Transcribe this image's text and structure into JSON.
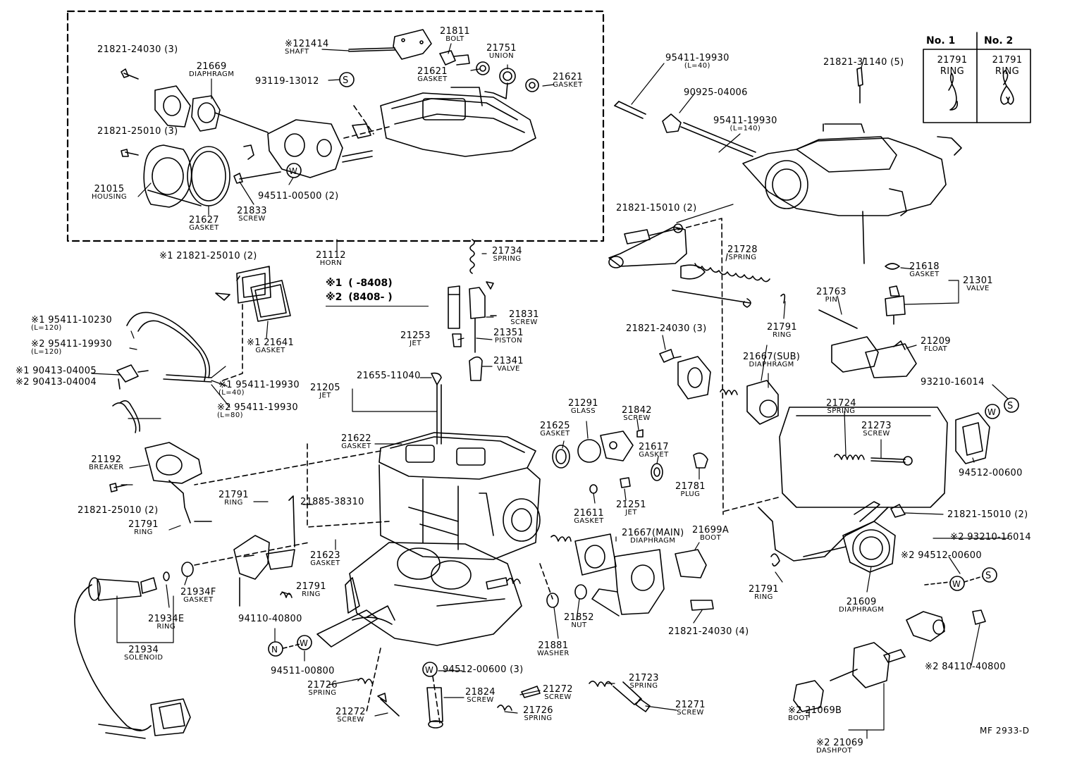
{
  "diagram": {
    "code": "MF  2933-D",
    "legend": [
      {
        "mark": "※1",
        "text": "(     -8408)"
      },
      {
        "mark": "※2",
        "text": "(8408-      )"
      }
    ],
    "ring_box": {
      "no1": {
        "title": "No. 1",
        "part": "21791",
        "name": "RING"
      },
      "no2": {
        "title": "No. 2",
        "part": "21791",
        "name": "RING"
      }
    },
    "labels": [
      {
        "id": "shaft",
        "part": "※121414",
        "name": "SHAFT"
      },
      {
        "id": "bolt",
        "part": "21811",
        "name": "BOLT"
      },
      {
        "id": "union",
        "part": "21751",
        "name": "UNION"
      },
      {
        "id": "gasket-21621-a",
        "part": "21621",
        "name": "GASKET"
      },
      {
        "id": "gasket-21621-b",
        "part": "21621",
        "name": "GASKET"
      },
      {
        "id": "screw-24030-3",
        "part": "21821-24030 (3)",
        "name": ""
      },
      {
        "id": "diaphragm-21669",
        "part": "21669",
        "name": "DIAPHRAGM"
      },
      {
        "id": "s-93119",
        "part": "93119-13012",
        "name": ""
      },
      {
        "id": "screw-25010-3",
        "part": "21821-25010 (3)",
        "name": ""
      },
      {
        "id": "housing",
        "part": "21015",
        "name": "HOUSING"
      },
      {
        "id": "gasket-21627",
        "part": "21627",
        "name": "GASKET"
      },
      {
        "id": "screw-21833",
        "part": "21833",
        "name": "SCREW"
      },
      {
        "id": "w-94511-00500",
        "part": "94511-00500 (2)",
        "name": ""
      },
      {
        "id": "horn",
        "part": "21112",
        "name": "HORN"
      },
      {
        "id": "hose-95411-19930-40a",
        "part": "95411-19930",
        "name": "(L=40)"
      },
      {
        "id": "v-90925",
        "part": "90925-04006",
        "name": ""
      },
      {
        "id": "hose-95411-19930-140",
        "part": "95411-19930",
        "name": "(L=140)"
      },
      {
        "id": "screw-31140",
        "part": "21821-31140 (5)",
        "name": ""
      },
      {
        "id": "screw-15010-2a",
        "part": "21821-15010 (2)",
        "name": ""
      },
      {
        "id": "spring-21728",
        "part": "21728",
        "name": "SPRING"
      },
      {
        "id": "spring-21734",
        "part": "21734",
        "name": "SPRING"
      },
      {
        "id": "screw-25010-2-top",
        "part": "※1 21821-25010 (2)",
        "name": ""
      },
      {
        "id": "hose-10230",
        "part": "※1  95411-10230",
        "name": "(L=120)"
      },
      {
        "id": "hose-19930-120",
        "part": "※2  95411-19930",
        "name": "(L=120)"
      },
      {
        "id": "gasket-21641",
        "part": "※1 21641",
        "name": "GASKET"
      },
      {
        "id": "tee-04005",
        "part": "※1  90413-04005",
        "name": ""
      },
      {
        "id": "tee-04004",
        "part": "※2  90413-04004",
        "name": ""
      },
      {
        "id": "hose-19930-40b",
        "part": "※1 95411-19930",
        "name": "(L=40)"
      },
      {
        "id": "hose-19930-80",
        "part": "※2 95411-19930",
        "name": "(L=80)"
      },
      {
        "id": "hose-19930-40c",
        "part": "95411-19930",
        "name": "(L=40)"
      },
      {
        "id": "screw-21831",
        "part": "21831",
        "name": "SCREW"
      },
      {
        "id": "jet-21253",
        "part": "21253",
        "name": "JET"
      },
      {
        "id": "piston-21351",
        "part": "21351",
        "name": "PISTON"
      },
      {
        "id": "valve-21341",
        "part": "21341",
        "name": "VALVE"
      },
      {
        "id": "jet-21205",
        "part": "21205",
        "name": "JET"
      },
      {
        "id": "p-21655",
        "part": "21655-11040",
        "name": ""
      },
      {
        "id": "gasket-21622",
        "part": "21622",
        "name": "GASKET"
      },
      {
        "id": "breaker-21192",
        "part": "21192",
        "name": "BREAKER"
      },
      {
        "id": "screw-25010-2-bot",
        "part": "21821-25010 (2)",
        "name": ""
      },
      {
        "id": "ring-21791-a",
        "part": "21791",
        "name": "RING"
      },
      {
        "id": "ring-21791-b",
        "part": "21791",
        "name": "RING"
      },
      {
        "id": "p-21885",
        "part": "21885-38310",
        "name": ""
      },
      {
        "id": "gasket-21623",
        "part": "21623",
        "name": "GASKET"
      },
      {
        "id": "gasket-21934f",
        "part": "21934F",
        "name": "GASKET"
      },
      {
        "id": "ring-21791-c",
        "part": "21791",
        "name": "RING"
      },
      {
        "id": "ring-21934e",
        "part": "21934E",
        "name": "RING"
      },
      {
        "id": "solenoid-21934",
        "part": "21934",
        "name": "SOLENOID"
      },
      {
        "id": "n-94110-40800",
        "part": "94110-40800",
        "name": ""
      },
      {
        "id": "w-94511-00800",
        "part": "94511-00800",
        "name": ""
      },
      {
        "id": "spring-21726-a",
        "part": "21726",
        "name": "SPRING"
      },
      {
        "id": "screw-21272-a",
        "part": "21272",
        "name": "SCREW"
      },
      {
        "id": "w-94512-00600-3",
        "part": "94512-00600 (3)",
        "name": ""
      },
      {
        "id": "screw-21824",
        "part": "21824",
        "name": "SCREW"
      },
      {
        "id": "screw-21272-b",
        "part": "21272",
        "name": "SCREW"
      },
      {
        "id": "spring-21726-b",
        "part": "21726",
        "name": "SPRING"
      },
      {
        "id": "glass-21291",
        "part": "21291",
        "name": "GLASS"
      },
      {
        "id": "screw-21842",
        "part": "21842",
        "name": "SCREW"
      },
      {
        "id": "gasket-21625",
        "part": "21625",
        "name": "GASKET"
      },
      {
        "id": "gasket-21617",
        "part": "21617",
        "name": "GASKET"
      },
      {
        "id": "plug-21781",
        "part": "21781",
        "name": "PLUG"
      },
      {
        "id": "gasket-21611",
        "part": "21611",
        "name": "GASKET"
      },
      {
        "id": "jet-21251",
        "part": "21251",
        "name": "JET"
      },
      {
        "id": "diaphragm-main",
        "part": "21667(MAIN)",
        "name": "DIAPHRAGM"
      },
      {
        "id": "boot-21699a",
        "part": "21699A",
        "name": "BOOT"
      },
      {
        "id": "nut-21852",
        "part": "21852",
        "name": "NUT"
      },
      {
        "id": "washer-21881",
        "part": "21881",
        "name": "WASHER"
      },
      {
        "id": "spring-21723",
        "part": "21723",
        "name": "SPRING"
      },
      {
        "id": "screw-21271",
        "part": "21271",
        "name": "SCREW"
      },
      {
        "id": "screw-24030-4",
        "part": "21821-24030 (4)",
        "name": ""
      },
      {
        "id": "screw-24030-3b",
        "part": "21821-24030 (3)",
        "name": ""
      },
      {
        "id": "ring-21791-d",
        "part": "21791",
        "name": "RING"
      },
      {
        "id": "diaphragm-sub",
        "part": "21667(SUB)",
        "name": "DIAPHRAGM"
      },
      {
        "id": "pin-21763",
        "part": "21763",
        "name": "PIN"
      },
      {
        "id": "gasket-21618",
        "part": "21618",
        "name": "GASKET"
      },
      {
        "id": "valve-21301",
        "part": "21301",
        "name": "VALVE"
      },
      {
        "id": "float-21209",
        "part": "21209",
        "name": "FLOAT"
      },
      {
        "id": "s-93210-16014",
        "part": "93210-16014",
        "name": ""
      },
      {
        "id": "spring-21724",
        "part": "21724",
        "name": "SPRING"
      },
      {
        "id": "screw-21273",
        "part": "21273",
        "name": "SCREW"
      },
      {
        "id": "w-94512-00600",
        "part": "94512-00600",
        "name": ""
      },
      {
        "id": "screw-15010-2b",
        "part": "21821-15010 (2)",
        "name": ""
      },
      {
        "id": "s-93210-16014-2",
        "part": "※2 93210-16014",
        "name": ""
      },
      {
        "id": "w-94512-00600-2",
        "part": "※2  94512-00600",
        "name": ""
      },
      {
        "id": "ring-21791-e",
        "part": "21791",
        "name": "RING"
      },
      {
        "id": "diaphragm-21609",
        "part": "21609",
        "name": "DIAPHRAGM"
      },
      {
        "id": "n-84110-40800",
        "part": "※2 84110-40800",
        "name": ""
      },
      {
        "id": "boot-21069b",
        "part": "※2 21069B",
        "name": "BOOT"
      },
      {
        "id": "dashpot-21069",
        "part": "※2 21069",
        "name": "DASHPOT"
      }
    ]
  }
}
